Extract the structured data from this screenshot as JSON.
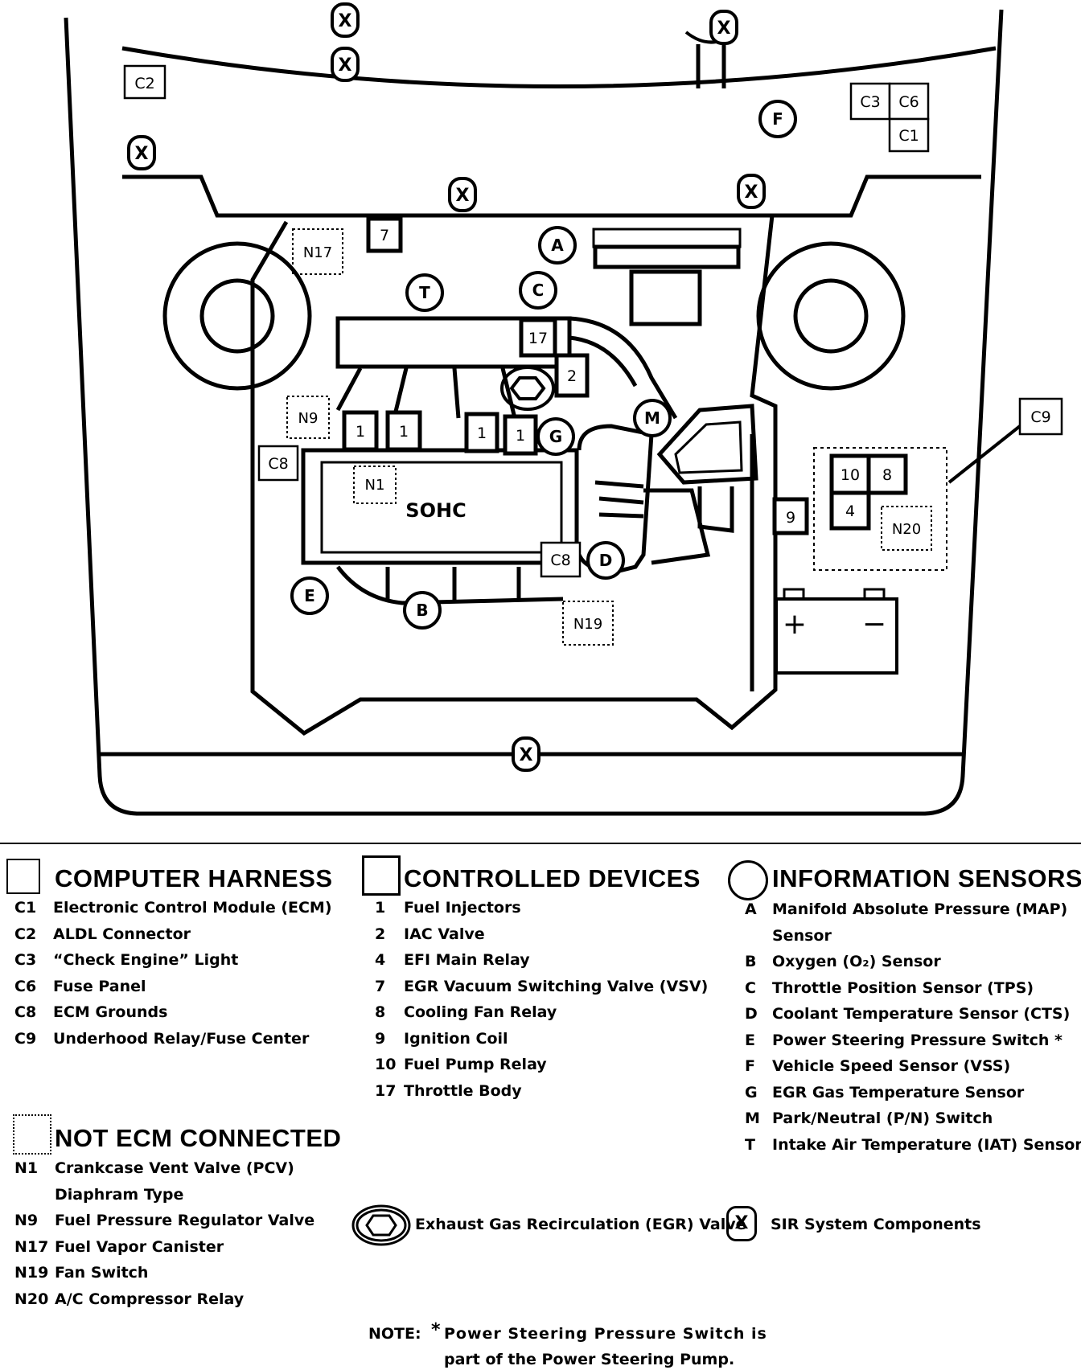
{
  "diagram": {
    "engine_label": "SOHC",
    "x_symbol": "X",
    "component_labels": {
      "C2": "C2",
      "C3": "C3",
      "C6": "C6",
      "C1": "C1",
      "C9": "C9",
      "C8_left": "C8",
      "C8_right": "C8",
      "F": "F",
      "A": "A",
      "C": "C",
      "T": "T",
      "M": "M",
      "G": "G",
      "D": "D",
      "E": "E",
      "B": "B",
      "7": "7",
      "17": "17",
      "2": "2",
      "10": "10",
      "8": "8",
      "4": "4",
      "9": "9",
      "inj1": "1",
      "inj2": "1",
      "inj3": "1",
      "inj4": "1",
      "N17": "N17",
      "N9": "N9",
      "N1": "N1",
      "N19": "N19",
      "N20": "N20",
      "battery_plus": "+",
      "battery_minus": "−"
    }
  },
  "legend": {
    "computer_harness": {
      "title": "COMPUTER HARNESS",
      "items": [
        {
          "code": "C1",
          "text": "Electronic Control Module (ECM)"
        },
        {
          "code": "C2",
          "text": "ALDL Connector"
        },
        {
          "code": "C3",
          "text": "“Check Engine” Light"
        },
        {
          "code": "C6",
          "text": "Fuse Panel"
        },
        {
          "code": "C8",
          "text": "ECM Grounds"
        },
        {
          "code": "C9",
          "text": "Underhood Relay/Fuse Center"
        }
      ]
    },
    "controlled_devices": {
      "title": "CONTROLLED DEVICES",
      "items": [
        {
          "code": "1",
          "text": "Fuel Injectors"
        },
        {
          "code": "2",
          "text": "IAC Valve"
        },
        {
          "code": "4",
          "text": "EFI Main Relay"
        },
        {
          "code": "7",
          "text": "EGR Vacuum Switching Valve (VSV)"
        },
        {
          "code": "8",
          "text": "Cooling Fan Relay"
        },
        {
          "code": "9",
          "text": "Ignition Coil"
        },
        {
          "code": "10",
          "text": "Fuel Pump Relay"
        },
        {
          "code": "17",
          "text": "Throttle Body"
        }
      ]
    },
    "information_sensors": {
      "title": "INFORMATION SENSORS",
      "items": [
        {
          "code": "A",
          "text": "Manifold Absolute Pressure (MAP)"
        },
        {
          "code": "",
          "text": "Sensor"
        },
        {
          "code": "B",
          "text": "Oxygen (O₂) Sensor"
        },
        {
          "code": "C",
          "text": "Throttle Position Sensor (TPS)"
        },
        {
          "code": "D",
          "text": "Coolant Temperature Sensor (CTS)"
        },
        {
          "code": "E",
          "text": "Power Steering Pressure Switch *"
        },
        {
          "code": "F",
          "text": "Vehicle Speed Sensor (VSS)"
        },
        {
          "code": "G",
          "text": "EGR Gas Temperature Sensor"
        },
        {
          "code": "M",
          "text": "Park/Neutral (P/N) Switch"
        },
        {
          "code": "T",
          "text": "Intake Air Temperature (IAT) Sensor"
        }
      ]
    },
    "not_ecm_connected": {
      "title": "NOT ECM CONNECTED",
      "items": [
        {
          "code": "N1",
          "text": "Crankcase Vent Valve (PCV)"
        },
        {
          "code": "",
          "text": "Diaphram Type"
        },
        {
          "code": "N9",
          "text": "Fuel Pressure Regulator Valve"
        },
        {
          "code": "N17",
          "text": "Fuel Vapor Canister"
        },
        {
          "code": "N19",
          "text": "Fan Switch"
        },
        {
          "code": "N20",
          "text": "A/C Compressor Relay"
        }
      ]
    },
    "egr_valve": "Exhaust Gas Recirculation (EGR) Valve",
    "sir_symbol": "X",
    "sir": "SIR System Components",
    "note_label": "NOTE:",
    "note_star": "*",
    "note_line1": "Power Steering Pressure Switch is",
    "note_line2": "part of the Power Steering Pump."
  }
}
